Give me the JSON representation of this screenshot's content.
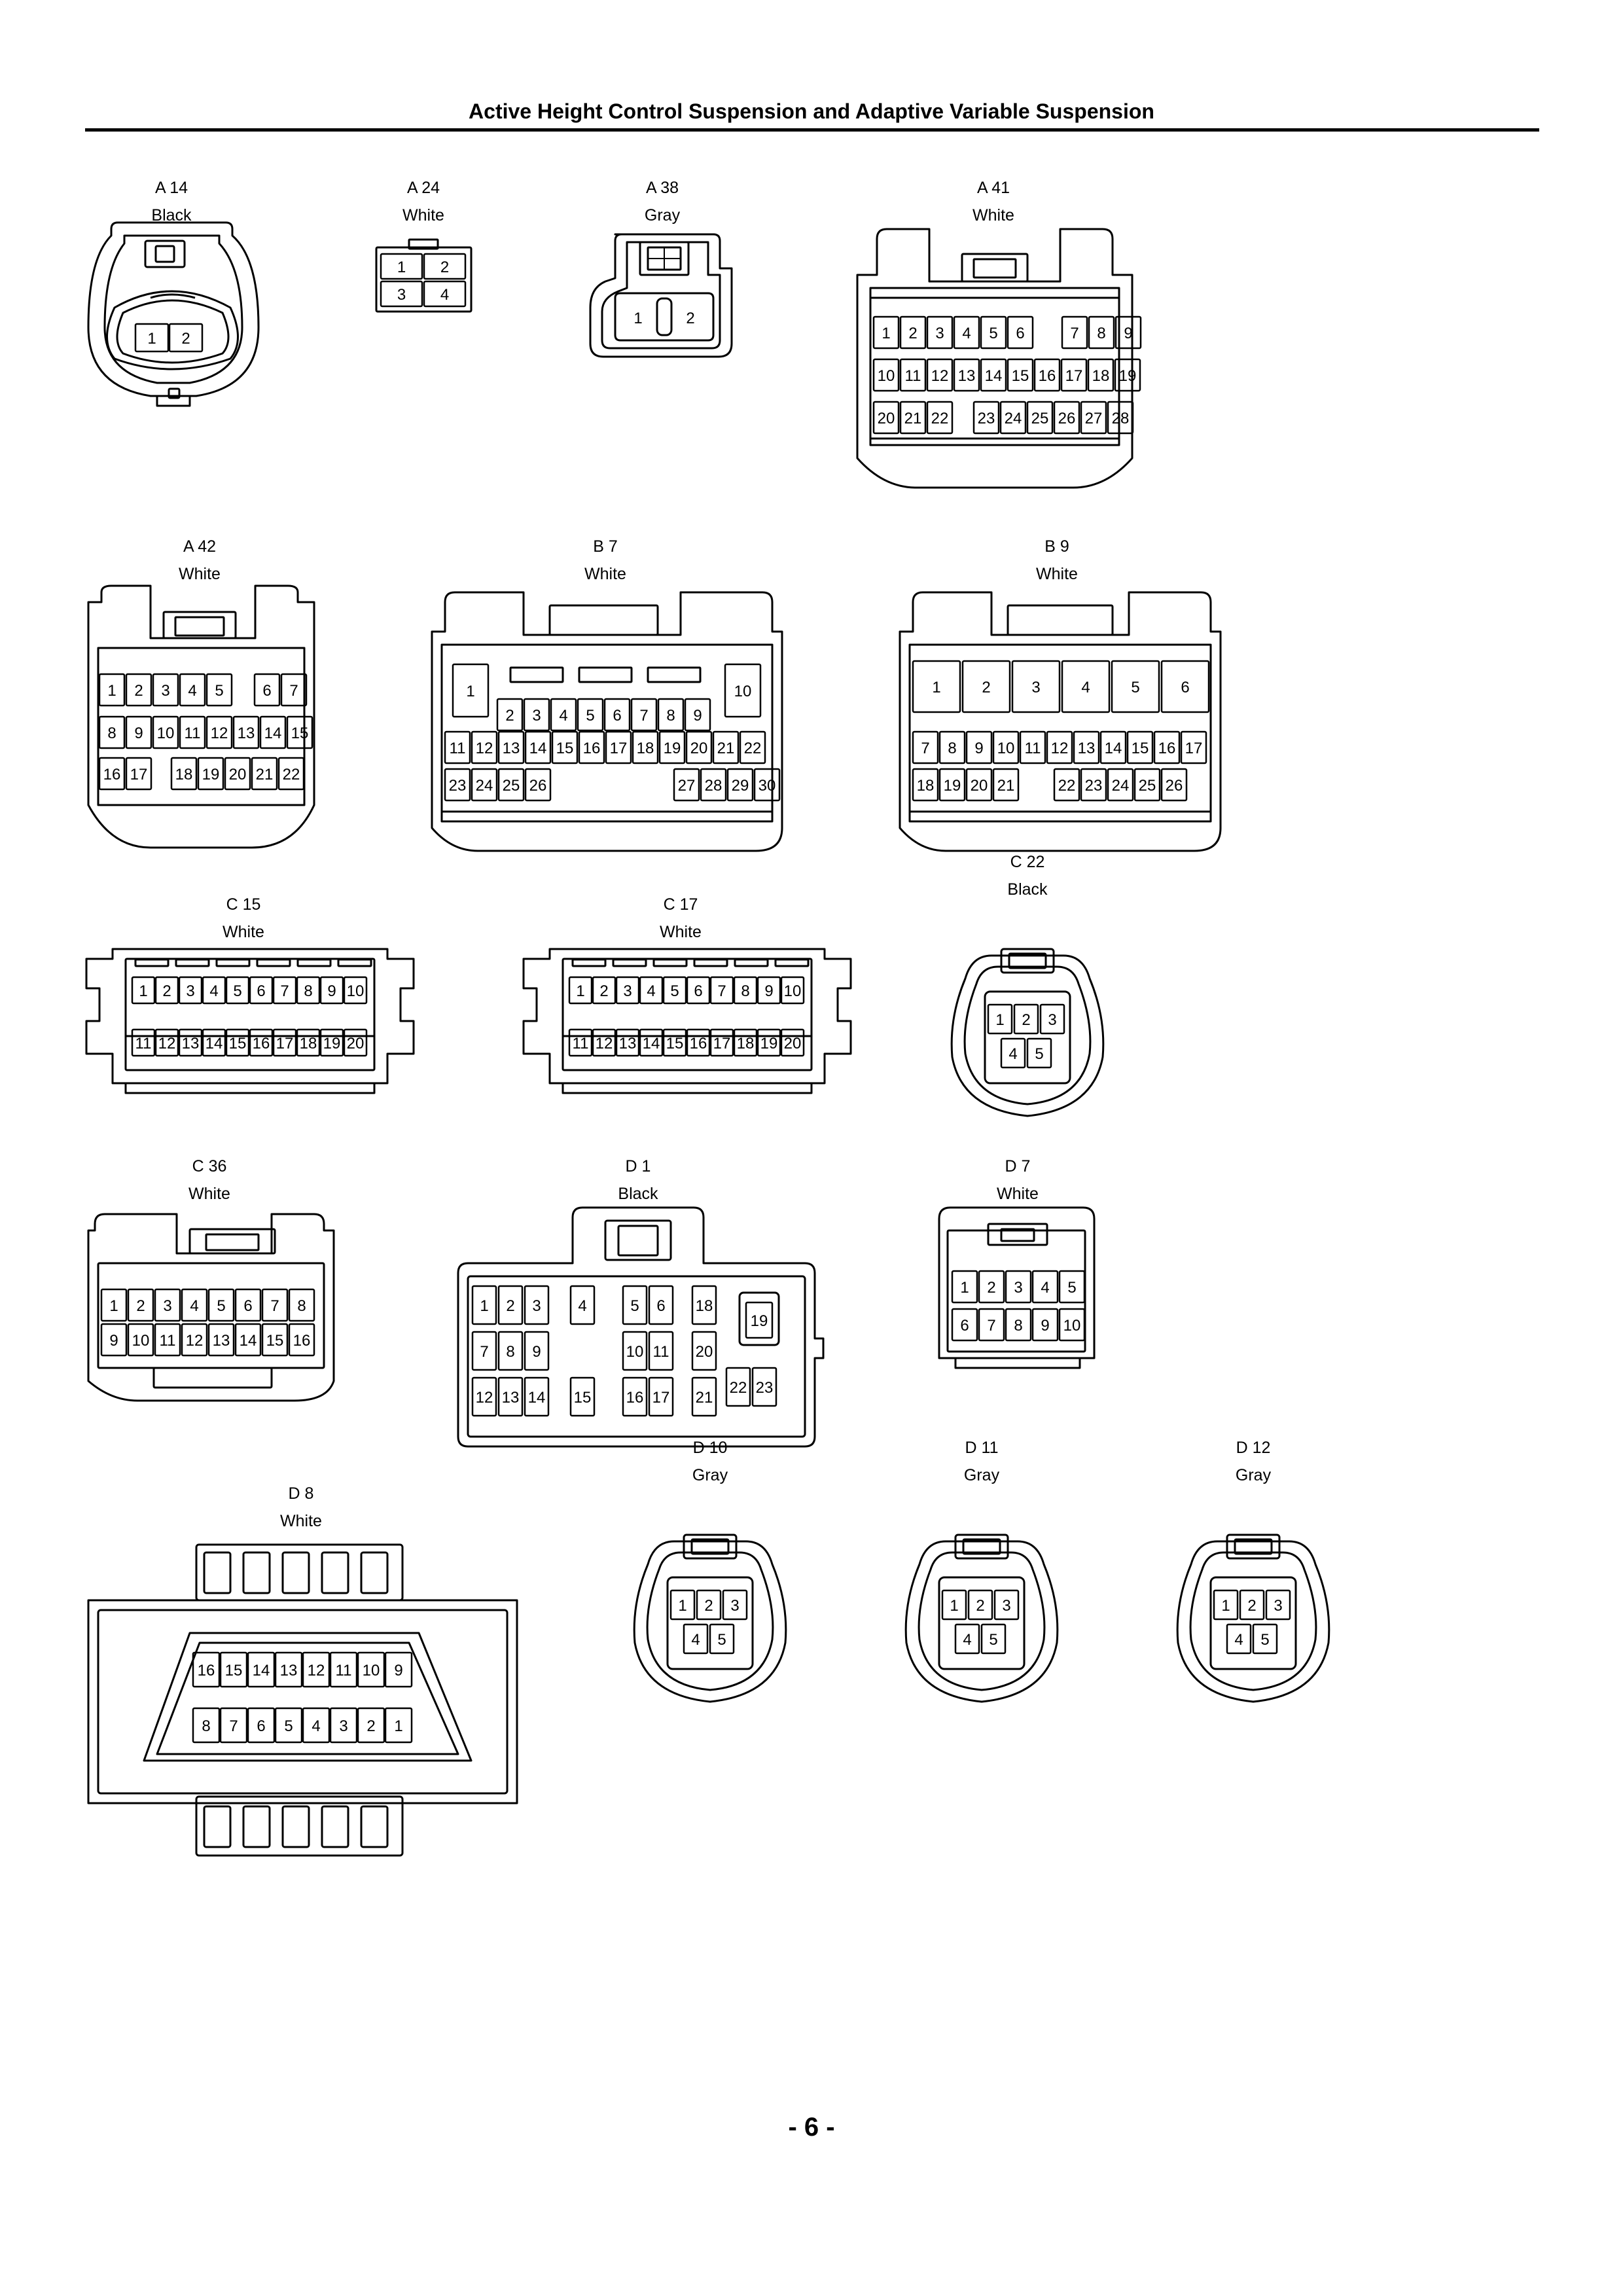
{
  "page": {
    "title": "Active Height Control Suspension and Adaptive Variable Suspension",
    "page_number": "- 6 -"
  },
  "colors": {
    "line": "#000000",
    "background": "#ffffff"
  },
  "connectors": [
    {
      "id": "A14",
      "code": "A 14",
      "color": "Black",
      "shape": "oval-2",
      "rows": [
        [
          1,
          2
        ]
      ]
    },
    {
      "id": "A24",
      "code": "A 24",
      "color": "White",
      "shape": "square-4",
      "rows": [
        [
          1,
          2
        ],
        [
          3,
          4
        ]
      ]
    },
    {
      "id": "A38",
      "code": "A 38",
      "color": "Gray",
      "shape": "rounded-2",
      "rows": [
        [
          1,
          2
        ]
      ]
    },
    {
      "id": "A41",
      "code": "A 41",
      "color": "White",
      "shape": "housing",
      "rows": [
        [
          1,
          2,
          3,
          4,
          5,
          6,
          null,
          7,
          8,
          9
        ],
        [
          10,
          11,
          12,
          13,
          14,
          15,
          16,
          17,
          18,
          19
        ],
        [
          20,
          21,
          22,
          null,
          23,
          24,
          25,
          26,
          27,
          28
        ]
      ]
    },
    {
      "id": "A42",
      "code": "A 42",
      "color": "White",
      "shape": "housing",
      "rows": [
        [
          1,
          2,
          3,
          4,
          5,
          null,
          6,
          7
        ],
        [
          8,
          9,
          10,
          11,
          12,
          13,
          14,
          15
        ],
        [
          16,
          17,
          null,
          18,
          19,
          20,
          21,
          22
        ]
      ]
    },
    {
      "id": "B7",
      "code": "B 7",
      "color": "White",
      "shape": "housing-wide",
      "big": [
        1,
        10
      ],
      "rows": [
        [
          2,
          3,
          4,
          5,
          6,
          7,
          8,
          9
        ],
        [
          11,
          12,
          13,
          14,
          15,
          16,
          17,
          18,
          19,
          20,
          21,
          22
        ],
        [
          23,
          24,
          25,
          26,
          null,
          null,
          null,
          27,
          28,
          29,
          30
        ]
      ]
    },
    {
      "id": "B9",
      "code": "B 9",
      "color": "White",
      "shape": "housing-wide",
      "rows": [
        [
          1,
          2,
          3,
          4,
          5,
          6
        ],
        [
          7,
          8,
          9,
          10,
          11,
          12,
          13,
          14,
          15,
          16,
          17
        ],
        [
          18,
          19,
          20,
          21,
          null,
          22,
          23,
          24,
          25,
          26
        ]
      ]
    },
    {
      "id": "C15",
      "code": "C 15",
      "color": "White",
      "shape": "flat",
      "rows": [
        [
          1,
          2,
          3,
          4,
          5,
          6,
          7,
          8,
          9,
          10
        ],
        [
          11,
          12,
          13,
          14,
          15,
          16,
          17,
          18,
          19,
          20
        ]
      ]
    },
    {
      "id": "C17",
      "code": "C 17",
      "color": "White",
      "shape": "flat",
      "rows": [
        [
          1,
          2,
          3,
          4,
          5,
          6,
          7,
          8,
          9,
          10
        ],
        [
          11,
          12,
          13,
          14,
          15,
          16,
          17,
          18,
          19,
          20
        ]
      ]
    },
    {
      "id": "C22",
      "code": "C 22",
      "color": "Black",
      "shape": "round-5",
      "rows": [
        [
          1,
          2,
          3
        ],
        [
          4,
          5
        ]
      ]
    },
    {
      "id": "C36",
      "code": "C 36",
      "color": "White",
      "shape": "housing",
      "rows": [
        [
          1,
          2,
          3,
          4,
          5,
          6,
          7,
          8
        ],
        [
          9,
          10,
          11,
          12,
          13,
          14,
          15,
          16
        ]
      ]
    },
    {
      "id": "D1",
      "code": "D 1",
      "color": "Black",
      "shape": "block",
      "rows": [
        [
          1,
          2,
          3,
          4,
          5,
          6,
          18,
          19
        ],
        [
          7,
          8,
          9,
          10,
          11,
          20
        ],
        [
          12,
          13,
          14,
          15,
          16,
          17,
          21,
          22,
          23
        ]
      ]
    },
    {
      "id": "D7",
      "code": "D 7",
      "color": "White",
      "shape": "box-10",
      "rows": [
        [
          1,
          2,
          3,
          4,
          5
        ],
        [
          6,
          7,
          8,
          9,
          10
        ]
      ]
    },
    {
      "id": "D8",
      "code": "D 8",
      "color": "White",
      "shape": "obd",
      "rows": [
        [
          16,
          15,
          14,
          13,
          12,
          11,
          10,
          9
        ],
        [
          8,
          7,
          6,
          5,
          4,
          3,
          2,
          1
        ]
      ]
    },
    {
      "id": "D10",
      "code": "D 10",
      "color": "Gray",
      "shape": "round-5",
      "rows": [
        [
          1,
          2,
          3
        ],
        [
          4,
          5
        ]
      ]
    },
    {
      "id": "D11",
      "code": "D 11",
      "color": "Gray",
      "shape": "round-5",
      "rows": [
        [
          1,
          2,
          3
        ],
        [
          4,
          5
        ]
      ]
    },
    {
      "id": "D12",
      "code": "D 12",
      "color": "Gray",
      "shape": "round-5",
      "rows": [
        [
          1,
          2,
          3
        ],
        [
          4,
          5
        ]
      ]
    }
  ]
}
